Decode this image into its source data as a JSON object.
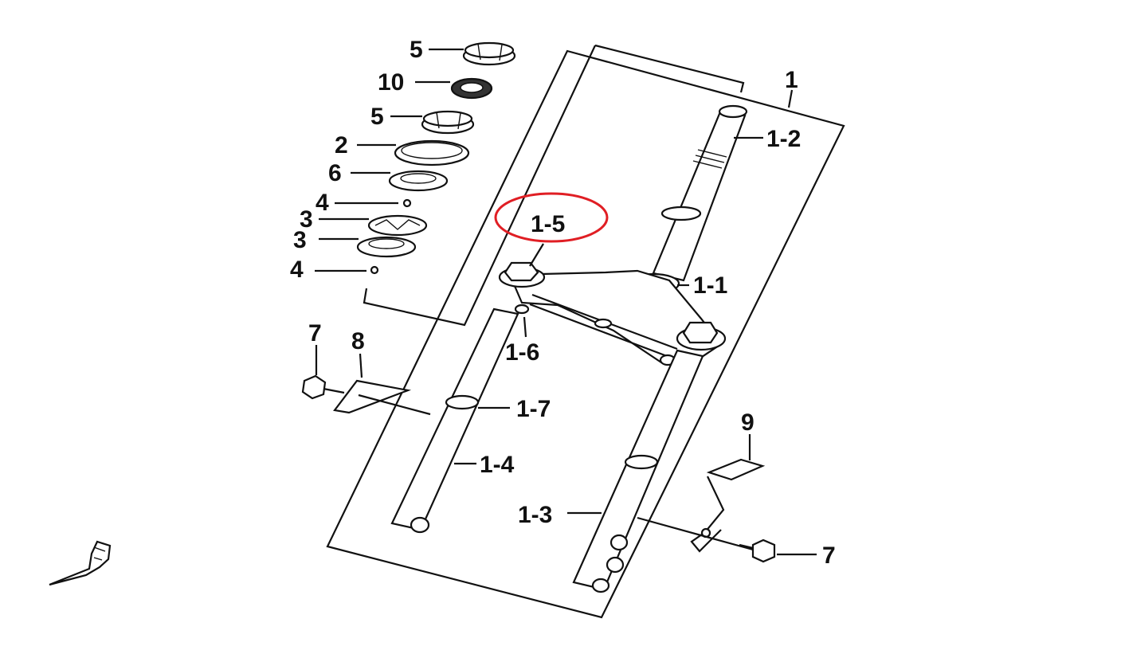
{
  "diagram": {
    "labels": {
      "washer_top": "5",
      "bearing_top": "10",
      "washer_second": "5",
      "cup_2": "2",
      "race_6": "6",
      "ball_4_top": "4",
      "race_3_upper": "3",
      "race_3_lower": "3",
      "ball_4_bottom": "4",
      "assembly_1": "1",
      "steering_stem_1_2": "1-2",
      "top_bolt_1_5": "1-5",
      "crown_1_1": "1-1",
      "pinch_bolt_1_6": "1-6",
      "bolt_7_left": "7",
      "bracket_8": "8",
      "fork_ring_1_7": "1-7",
      "fork_leg_1_4": "1-4",
      "reflector_9": "9",
      "fork_leg_1_3": "1-3",
      "bolt_7_right": "7"
    },
    "highlight": {
      "target": "1-5",
      "color": "#e01e24"
    },
    "line_color": "#111111"
  }
}
